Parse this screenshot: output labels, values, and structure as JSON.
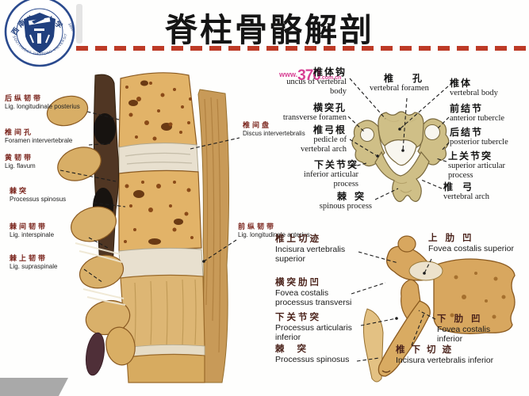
{
  "header": {
    "title": "脊柱骨骼解剖",
    "logo": {
      "org_zh": "西南交通大学",
      "org_en": "SOUTHWEST JIAOTONG UNIVERSITY",
      "year": "1896"
    }
  },
  "watermark": {
    "prefix": "www.",
    "number": "370",
    "suffix": ".com.cn"
  },
  "colors": {
    "accent_red": "#bd3a26",
    "bone_tan": "#d2b670",
    "watermark_magenta": "#d4308c",
    "logo_navy": "#21407f"
  },
  "sagittal": {
    "left_labels": [
      {
        "zh": "后纵韧带",
        "la": "Lig. longitudinale posterius"
      },
      {
        "zh": "椎间孔",
        "la": "Foramen intervertebrale"
      },
      {
        "zh": "黄韧带",
        "la": "Lig. flavum"
      },
      {
        "zh": "棘突",
        "la": "Processus spinosus"
      },
      {
        "zh": "棘间韧带",
        "la": "Lig. interspinale"
      },
      {
        "zh": "棘上韧带",
        "la": "Lig. supraspinale"
      }
    ],
    "right_labels": [
      {
        "zh": "椎间盘",
        "la": "Discus intervertebralis"
      },
      {
        "zh": "前纵韧带",
        "la": "Lig. longitudinale anterius"
      }
    ]
  },
  "axial": {
    "left_labels": [
      {
        "zh": "椎体钩",
        "en": "uncus of vertebral body"
      },
      {
        "zh": "横突孔",
        "en": "transverse foramen"
      },
      {
        "zh": "椎弓根",
        "en": "pedicle of vertebral arch"
      },
      {
        "zh": "下关节突",
        "en": "inferior articular process"
      },
      {
        "zh": "棘突",
        "en": "spinous process"
      }
    ],
    "right_labels": [
      {
        "zh": "椎孔",
        "en": "vertebral foramen"
      },
      {
        "zh": "椎体",
        "en": "vertebral body"
      },
      {
        "zh": "前结节",
        "en": "anterior tubercle"
      },
      {
        "zh": "后结节",
        "en": "posterior tubercle"
      },
      {
        "zh": "上关节突",
        "en": "superior articular process"
      },
      {
        "zh": "椎弓",
        "en": "vertebral arch"
      }
    ]
  },
  "lateral": {
    "left_labels": [
      {
        "zh": "椎上切迹",
        "la": "Incisura vertebralis superior"
      },
      {
        "zh": "横突肋凹",
        "la": "Fovea costalis processus transversi"
      },
      {
        "zh": "下关节突",
        "la": "Processus articularis inferior"
      },
      {
        "zh": "棘突",
        "la": "Processus spinosus"
      }
    ],
    "right_labels": [
      {
        "zh": "上肋凹",
        "la": "Fovea costalis superior"
      },
      {
        "zh": "下肋凹",
        "la": "Fovea costalis inferior"
      },
      {
        "zh": "椎下切迹",
        "la": "Incisura vertebralis inferior"
      }
    ]
  }
}
